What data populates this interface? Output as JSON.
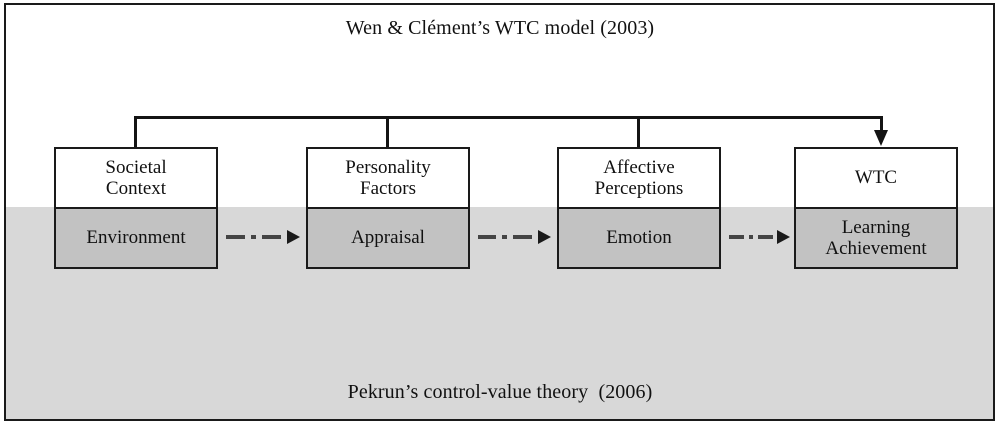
{
  "figure": {
    "top_title": "Wen & Clément’s WTC model (2003)",
    "bottom_title": "Pekrun’s control-value theory  (2006)",
    "colors": {
      "frame_border": "#1a1a1a",
      "page_background": "#ffffff",
      "lower_band_background": "#d8d8d8",
      "node_upper_fill": "#ffffff",
      "node_lower_fill": "#c2c2c2",
      "connector_line": "#141414",
      "dashdot_line": "#444444",
      "text": "#111111"
    }
  },
  "nodes": [
    {
      "id": "societal",
      "upper_label": "Societal\nContext",
      "lower_label": "Environment"
    },
    {
      "id": "personality",
      "upper_label": "Personality\nFactors",
      "lower_label": "Appraisal"
    },
    {
      "id": "affective",
      "upper_label": "Affective\nPerceptions",
      "lower_label": "Emotion"
    },
    {
      "id": "wtc",
      "upper_label": "WTC",
      "lower_label": "Learning\nAchievement"
    }
  ],
  "connectors": {
    "top_bracket": {
      "style": "solid",
      "description": "horizontal bracket joining Societal Context, Personality Factors and Affective Perceptions, terminating in an arrowhead pointing down into WTC"
    },
    "dashdot_arrows": [
      {
        "id": "environment-to-appraisal",
        "style": "dash-dot",
        "from": "Environment",
        "to": "Appraisal"
      },
      {
        "id": "appraisal-to-emotion",
        "style": "dash-dot",
        "from": "Appraisal",
        "to": "Emotion"
      },
      {
        "id": "emotion-to-learning",
        "style": "dash-dot",
        "from": "Emotion",
        "to": "Learning Achievement"
      }
    ]
  }
}
